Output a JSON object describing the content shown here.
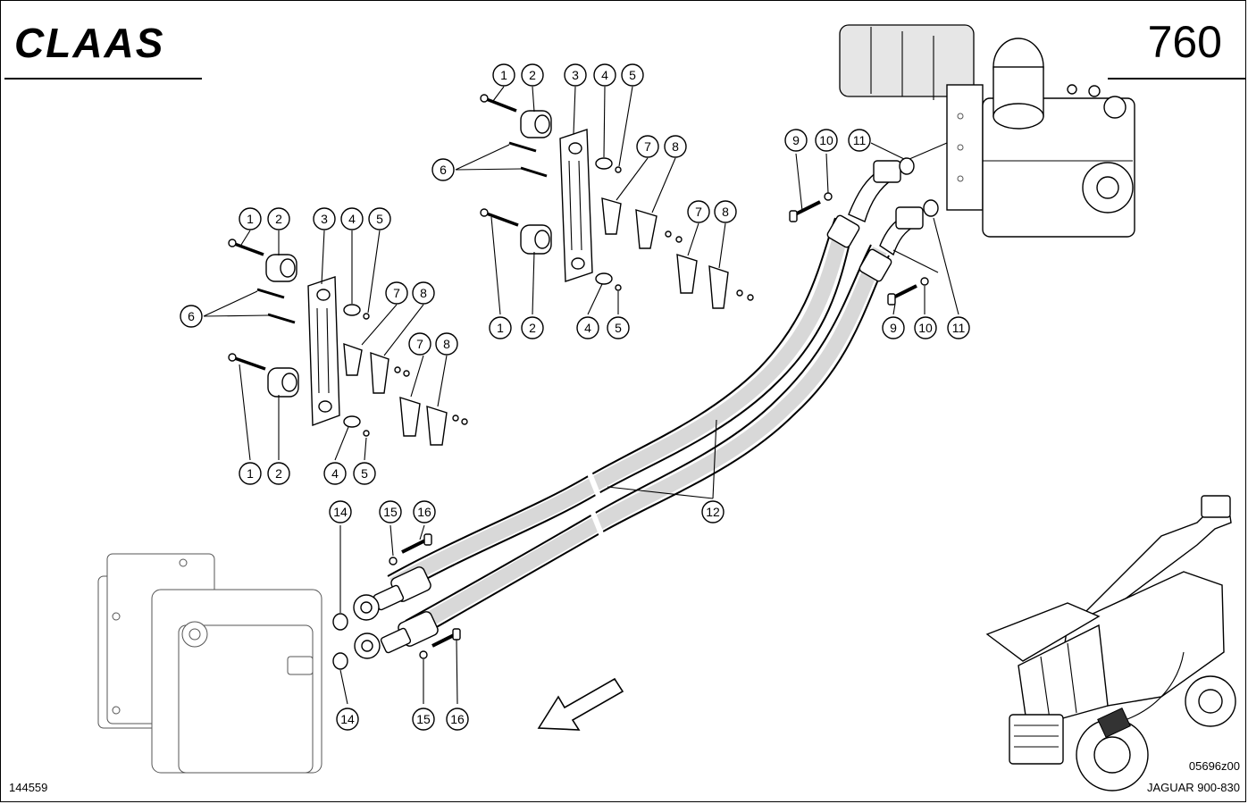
{
  "header": {
    "brand": "CLAAS",
    "page_number": "760"
  },
  "footer": {
    "drawing_id": "144559",
    "figure_code": "05696z00",
    "model": "JAGUAR 900-830"
  },
  "callouts": {
    "c1a": "1",
    "c2a": "2",
    "c3a": "3",
    "c4a": "4",
    "c5a": "5",
    "c6a": "6",
    "c7a": "7",
    "c8a": "8",
    "c1b": "1",
    "c2b": "2",
    "c4b": "4",
    "c5b": "5",
    "c1c": "1",
    "c2c": "2",
    "c3c": "3",
    "c4c": "4",
    "c5c": "5",
    "c6c": "6",
    "c7c": "7",
    "c8c": "8",
    "c7d": "7",
    "c8d": "8",
    "c1e": "1",
    "c2e": "2",
    "c4e": "4",
    "c5e": "5",
    "c9a": "9",
    "c10a": "10",
    "c11a": "11",
    "c9b": "9",
    "c10b": "10",
    "c11b": "11",
    "c12": "12",
    "c14a": "14",
    "c15a": "15",
    "c16a": "16",
    "c14b": "14",
    "c15b": "15",
    "c16b": "16"
  },
  "icons": {
    "direction": "arrow-down-left-icon",
    "vehicle": "forage-harvester-icon"
  }
}
